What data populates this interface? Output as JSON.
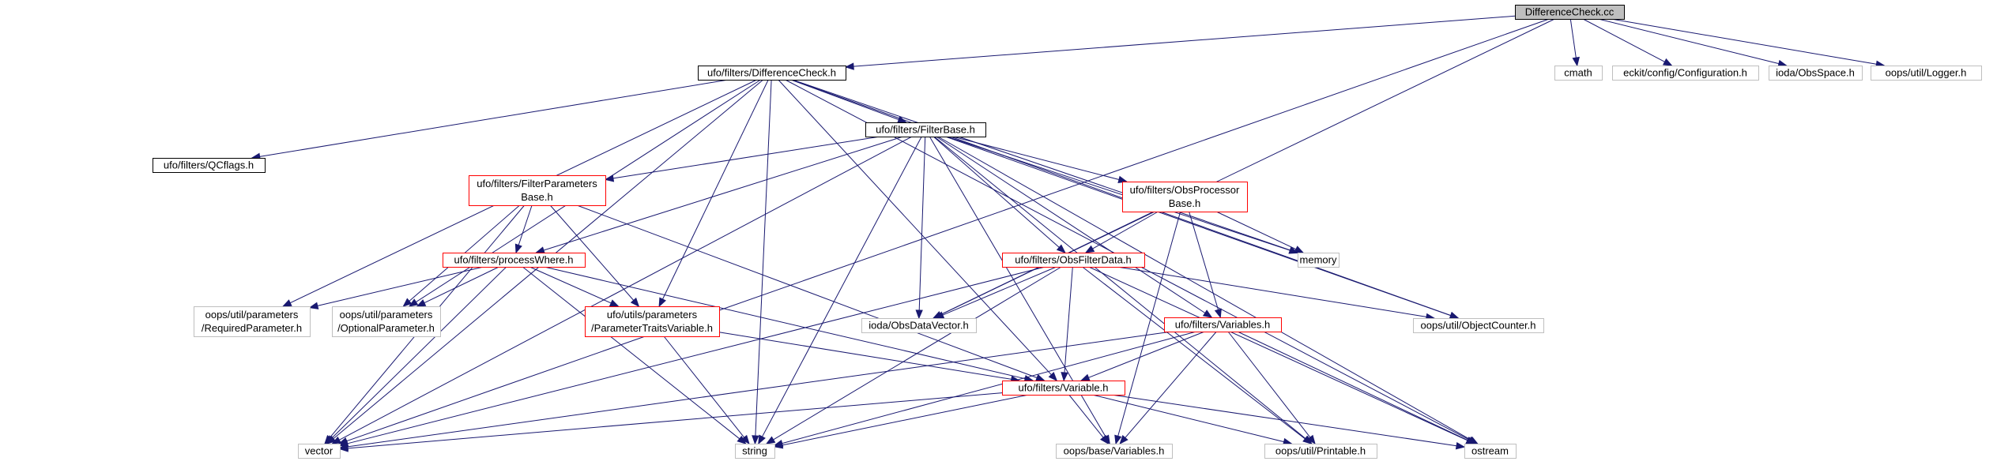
{
  "colors": {
    "edge": "#191970",
    "border_normal": "#000000",
    "border_external": "#bfbfbf",
    "border_partial": "#ff0000",
    "fill_root": "#bfbfbf",
    "fill_default": "#ffffff"
  },
  "nodes": [
    {
      "id": "root",
      "kind": "root",
      "lines": [
        "DifferenceCheck.cc"
      ]
    },
    {
      "id": "dch",
      "kind": "normal",
      "lines": [
        "ufo/filters/DifferenceCheck.h"
      ]
    },
    {
      "id": "cmath",
      "kind": "external",
      "lines": [
        "cmath"
      ]
    },
    {
      "id": "config",
      "kind": "external",
      "lines": [
        "eckit/config/Configuration.h"
      ]
    },
    {
      "id": "obsspace",
      "kind": "external",
      "lines": [
        "ioda/ObsSpace.h"
      ]
    },
    {
      "id": "logger",
      "kind": "external",
      "lines": [
        "oops/util/Logger.h"
      ]
    },
    {
      "id": "qcflags",
      "kind": "normal",
      "lines": [
        "ufo/filters/QCflags.h"
      ]
    },
    {
      "id": "filterbase",
      "kind": "normal",
      "lines": [
        "ufo/filters/FilterBase.h"
      ]
    },
    {
      "id": "fpb",
      "kind": "partial",
      "lines": [
        "ufo/filters/FilterParameters",
        "Base.h"
      ]
    },
    {
      "id": "opb",
      "kind": "partial",
      "lines": [
        "ufo/filters/ObsProcessor",
        "Base.h"
      ]
    },
    {
      "id": "memory",
      "kind": "external",
      "lines": [
        "memory"
      ]
    },
    {
      "id": "pwhere",
      "kind": "partial",
      "lines": [
        "ufo/filters/processWhere.h"
      ]
    },
    {
      "id": "ofd",
      "kind": "partial",
      "lines": [
        "ufo/filters/ObsFilterData.h"
      ]
    },
    {
      "id": "reqparam",
      "kind": "external",
      "lines": [
        "oops/util/parameters",
        "/RequiredParameter.h"
      ]
    },
    {
      "id": "optparam",
      "kind": "external",
      "lines": [
        "oops/util/parameters",
        "/OptionalParameter.h"
      ]
    },
    {
      "id": "ptv",
      "kind": "partial",
      "lines": [
        "ufo/utils/parameters",
        "/ParameterTraitsVariable.h"
      ]
    },
    {
      "id": "odv",
      "kind": "external",
      "lines": [
        "ioda/ObsDataVector.h"
      ]
    },
    {
      "id": "variables",
      "kind": "partial",
      "lines": [
        "ufo/filters/Variables.h"
      ]
    },
    {
      "id": "objcounter",
      "kind": "external",
      "lines": [
        "oops/util/ObjectCounter.h"
      ]
    },
    {
      "id": "variable",
      "kind": "partial",
      "lines": [
        "ufo/filters/Variable.h"
      ]
    },
    {
      "id": "vector",
      "kind": "external",
      "lines": [
        "vector"
      ]
    },
    {
      "id": "string",
      "kind": "external",
      "lines": [
        "string"
      ]
    },
    {
      "id": "oopsvars",
      "kind": "external",
      "lines": [
        "oops/base/Variables.h"
      ]
    },
    {
      "id": "printable",
      "kind": "external",
      "lines": [
        "oops/util/Printable.h"
      ]
    },
    {
      "id": "ostream",
      "kind": "external",
      "lines": [
        "ostream"
      ]
    }
  ],
  "edges": [
    [
      "root",
      "dch"
    ],
    [
      "root",
      "cmath"
    ],
    [
      "root",
      "config"
    ],
    [
      "root",
      "obsspace"
    ],
    [
      "root",
      "logger"
    ],
    [
      "root",
      "vector"
    ],
    [
      "root",
      "odv"
    ],
    [
      "dch",
      "qcflags"
    ],
    [
      "dch",
      "filterbase"
    ],
    [
      "dch",
      "vector"
    ],
    [
      "dch",
      "string"
    ],
    [
      "dch",
      "reqparam"
    ],
    [
      "dch",
      "optparam"
    ],
    [
      "dch",
      "ptv"
    ],
    [
      "dch",
      "memory"
    ],
    [
      "dch",
      "objcounter"
    ],
    [
      "dch",
      "ostream"
    ],
    [
      "dch",
      "variable"
    ],
    [
      "filterbase",
      "fpb"
    ],
    [
      "filterbase",
      "opb"
    ],
    [
      "filterbase",
      "memory"
    ],
    [
      "filterbase",
      "pwhere"
    ],
    [
      "filterbase",
      "ofd"
    ],
    [
      "filterbase",
      "odv"
    ],
    [
      "filterbase",
      "variables"
    ],
    [
      "filterbase",
      "objcounter"
    ],
    [
      "filterbase",
      "vector"
    ],
    [
      "filterbase",
      "string"
    ],
    [
      "filterbase",
      "oopsvars"
    ],
    [
      "filterbase",
      "printable"
    ],
    [
      "filterbase",
      "ostream"
    ],
    [
      "fpb",
      "pwhere"
    ],
    [
      "fpb",
      "optparam"
    ],
    [
      "fpb",
      "ptv"
    ],
    [
      "fpb",
      "variable"
    ],
    [
      "fpb",
      "vector"
    ],
    [
      "opb",
      "ofd"
    ],
    [
      "opb",
      "memory"
    ],
    [
      "opb",
      "variables"
    ],
    [
      "opb",
      "odv"
    ],
    [
      "opb",
      "oopsvars"
    ],
    [
      "pwhere",
      "reqparam"
    ],
    [
      "pwhere",
      "optparam"
    ],
    [
      "pwhere",
      "ptv"
    ],
    [
      "pwhere",
      "variable"
    ],
    [
      "pwhere",
      "vector"
    ],
    [
      "pwhere",
      "string"
    ],
    [
      "ofd",
      "odv"
    ],
    [
      "ofd",
      "variable"
    ],
    [
      "ofd",
      "objcounter"
    ],
    [
      "ofd",
      "printable"
    ],
    [
      "ofd",
      "ostream"
    ],
    [
      "ofd",
      "vector"
    ],
    [
      "ofd",
      "string"
    ],
    [
      "ptv",
      "variable"
    ],
    [
      "ptv",
      "string"
    ],
    [
      "variables",
      "variable"
    ],
    [
      "variables",
      "vector"
    ],
    [
      "variables",
      "string"
    ],
    [
      "variables",
      "oopsvars"
    ],
    [
      "variables",
      "printable"
    ],
    [
      "variables",
      "ostream"
    ],
    [
      "variable",
      "vector"
    ],
    [
      "variable",
      "string"
    ],
    [
      "variable",
      "oopsvars"
    ],
    [
      "variable",
      "printable"
    ],
    [
      "variable",
      "ostream"
    ]
  ]
}
